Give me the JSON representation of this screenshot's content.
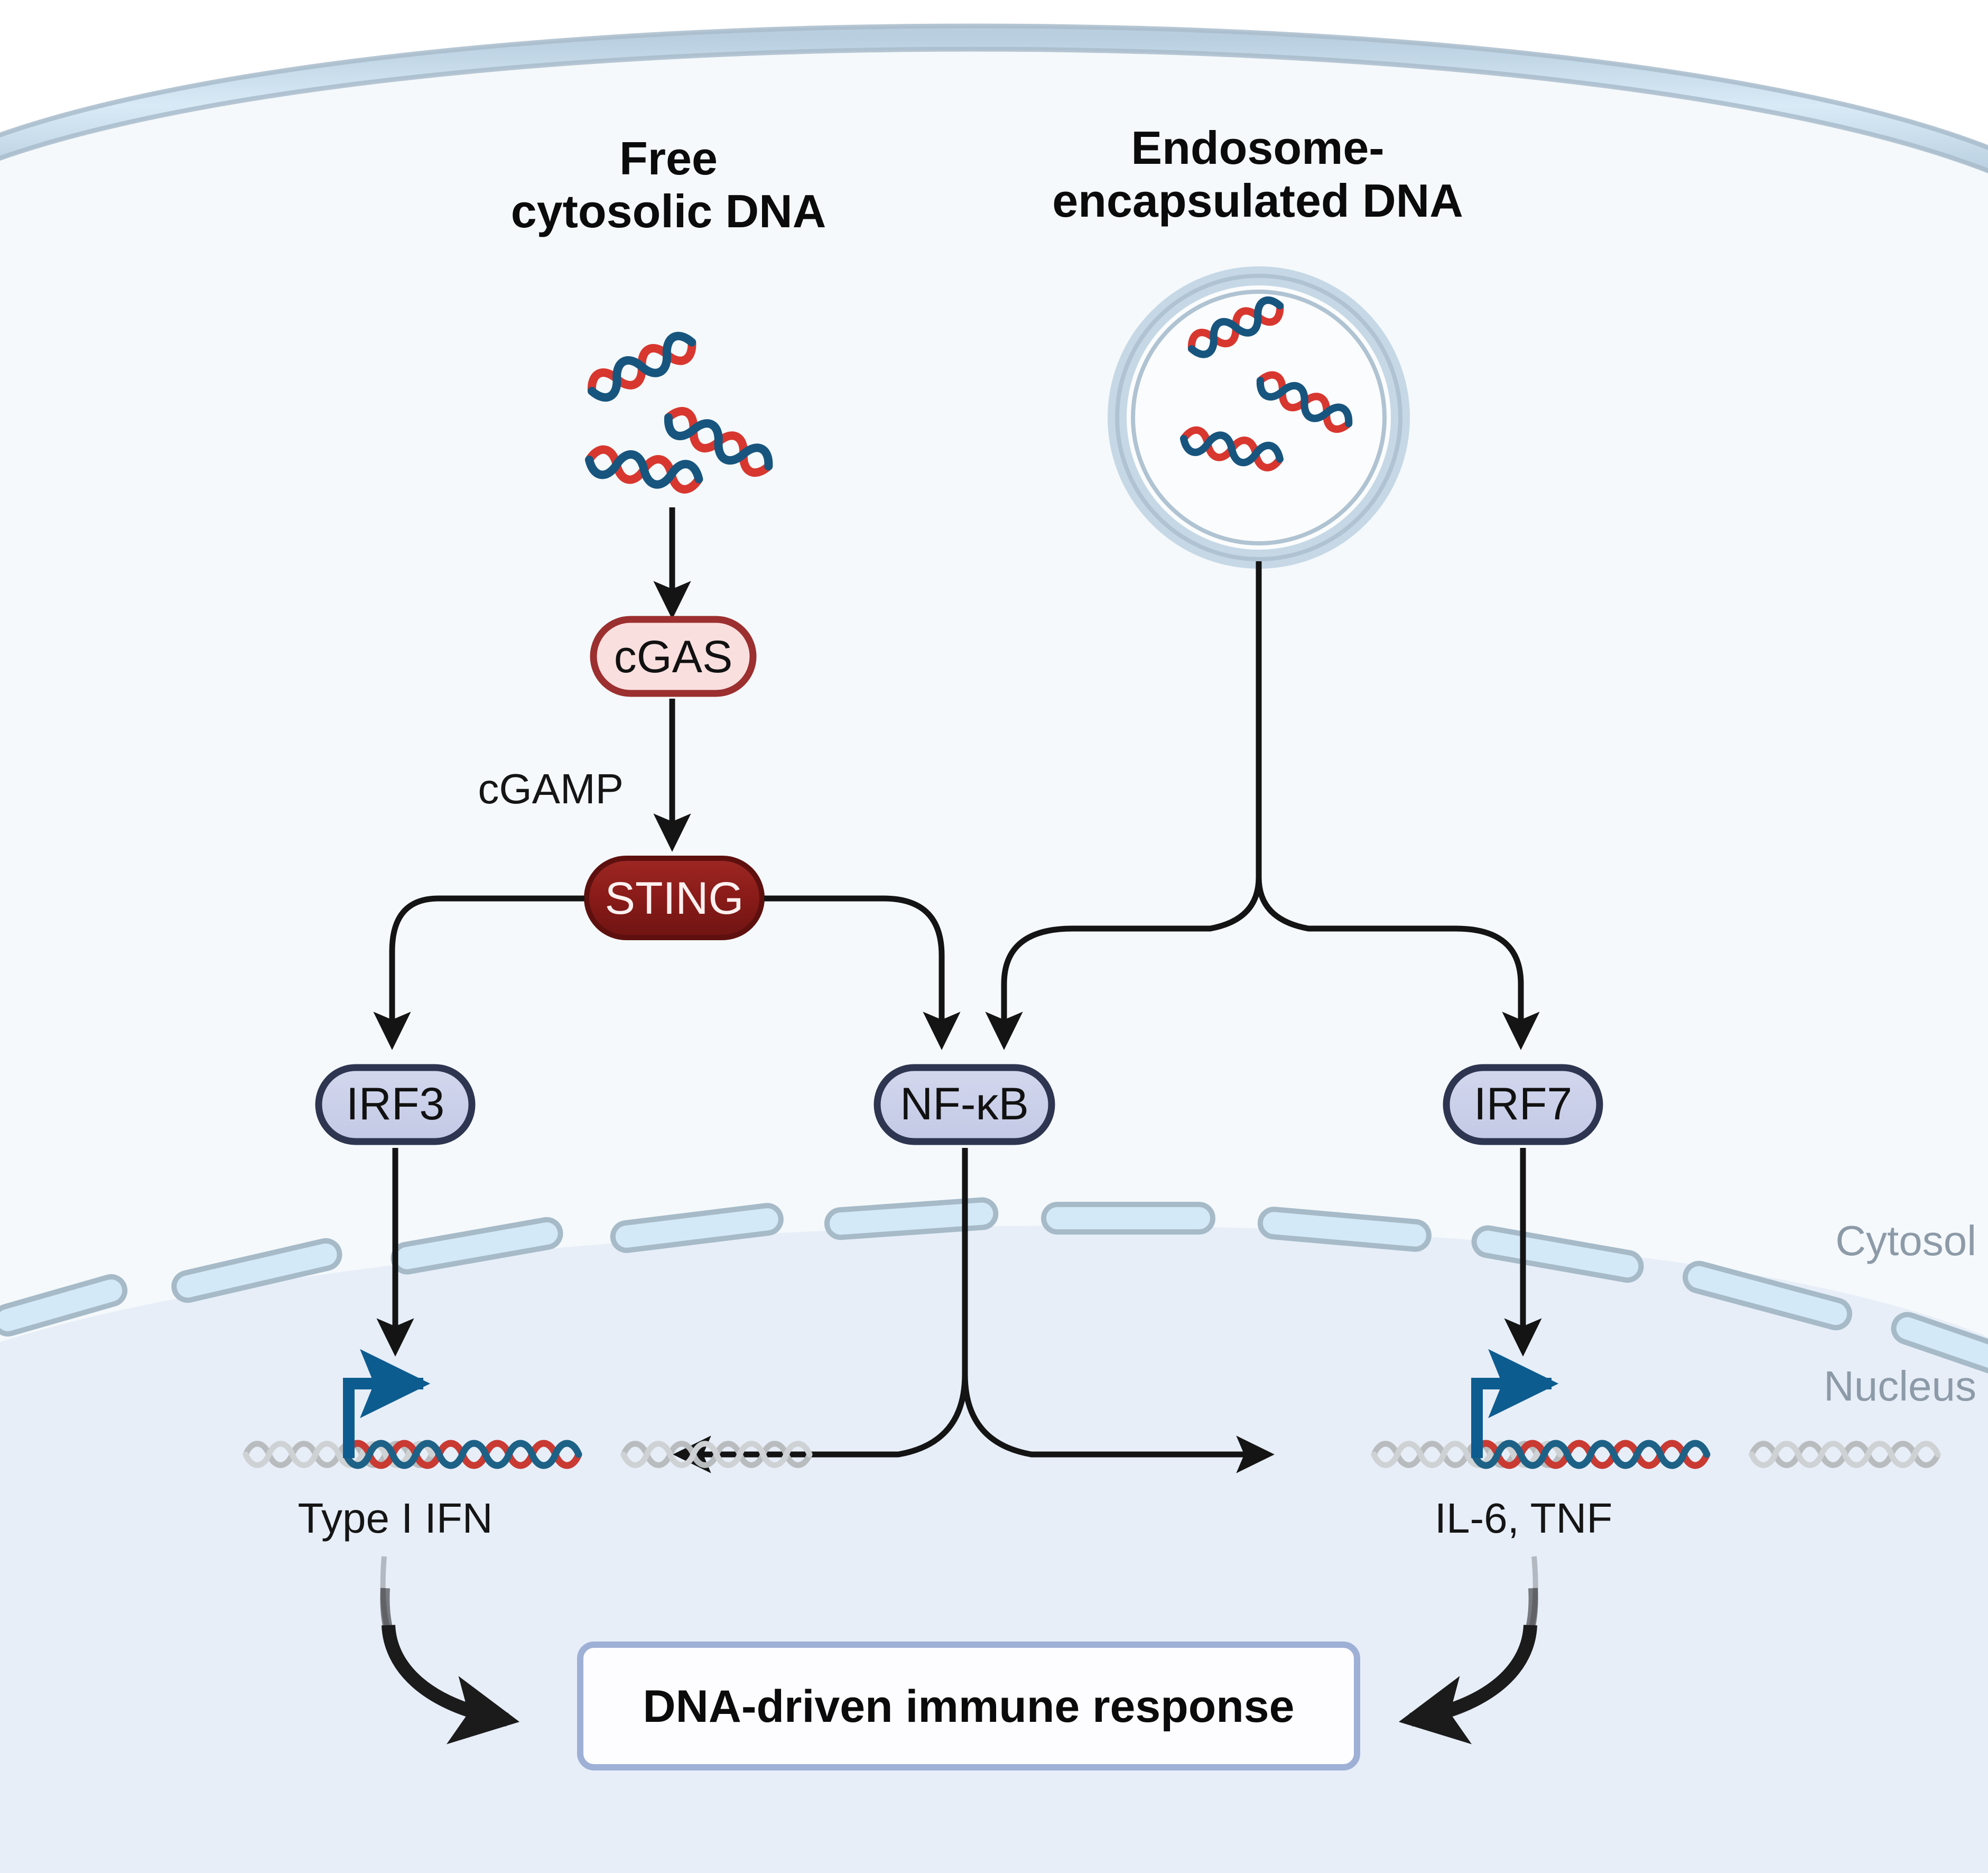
{
  "diagram": {
    "title_free_dna": "Free\ncytosolic DNA",
    "title_free_dna_line1": "Free",
    "title_free_dna_line2": "cytosolic DNA",
    "title_endosome_line1": "Endosome-",
    "title_endosome_line2": "encapsulated DNA",
    "compartments": {
      "cytosol": "Cytosol",
      "nucleus": "Nucleus"
    },
    "nodes": {
      "cgas": "cGAS",
      "sting": "STING",
      "irf3": "IRF3",
      "nfkb": "NF-κB",
      "irf7": "IRF7"
    },
    "edge_labels": {
      "cgamp": "cGAMP"
    },
    "genes": {
      "type1ifn": "Type I IFN",
      "il6tnf": "IL-6, TNF"
    },
    "outcome": "DNA-driven immune response",
    "colors": {
      "cell_fill": "#f5f9fb",
      "nucleus_fill": "#e7eef8",
      "membrane_band": "#cfe2f1",
      "membrane_stroke": "#9fb3c4",
      "cgas_fill": "#fadfdf",
      "cgas_stroke": "#9c2f2f",
      "sting_fill": "#8c1d1a",
      "sting_stroke": "#5e100f",
      "tf_fill": "#ccd2ea",
      "tf_stroke": "#2e3550",
      "dna_red": "#d8372f",
      "dna_blue": "#17557e",
      "dna_gray": "#b9bcbe",
      "tss_blue": "#0d5c90",
      "arrow_black": "#141414",
      "outcome_border": "#9fb0d6",
      "compartment_text": "#8d9aa8"
    }
  }
}
